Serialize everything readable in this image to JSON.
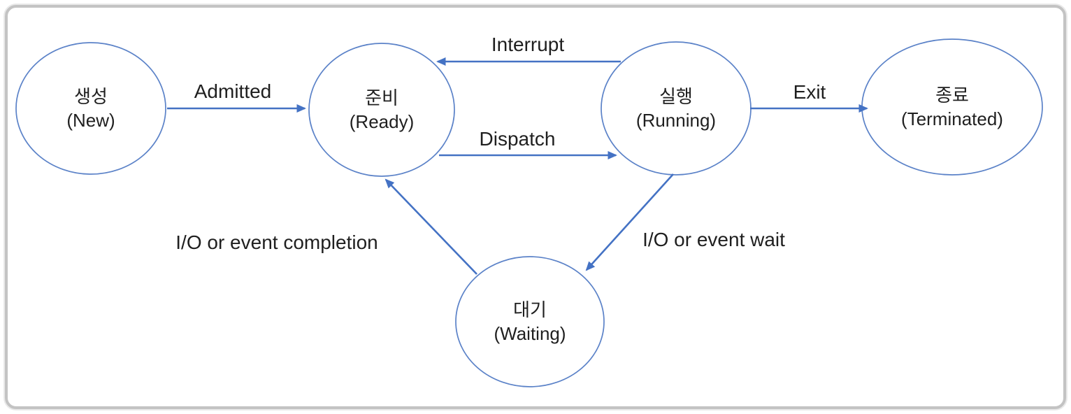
{
  "diagram": {
    "name": "process-state-transition-diagram",
    "colors": {
      "node_stroke": "#5b82c8",
      "arrow": "#4472c4",
      "text": "#1f1f1f",
      "frame_border": "#c3c3c3"
    },
    "nodes": {
      "new": {
        "label_ko": "생성",
        "label_en": "(New)"
      },
      "ready": {
        "label_ko": "준비",
        "label_en": "(Ready)"
      },
      "running": {
        "label_ko": "실행",
        "label_en": "(Running)"
      },
      "terminated": {
        "label_ko": "종료",
        "label_en": "(Terminated)"
      },
      "waiting": {
        "label_ko": "대기",
        "label_en": "(Waiting)"
      }
    },
    "edges": {
      "admitted": {
        "label": "Admitted",
        "from": "new",
        "to": "ready"
      },
      "interrupt": {
        "label": "Interrupt",
        "from": "running",
        "to": "ready"
      },
      "dispatch": {
        "label": "Dispatch",
        "from": "ready",
        "to": "running"
      },
      "exit": {
        "label": "Exit",
        "from": "running",
        "to": "terminated"
      },
      "io_wait": {
        "label": "I/O or event wait",
        "from": "running",
        "to": "waiting"
      },
      "io_completion": {
        "label": "I/O or event completion",
        "from": "waiting",
        "to": "ready"
      }
    }
  }
}
